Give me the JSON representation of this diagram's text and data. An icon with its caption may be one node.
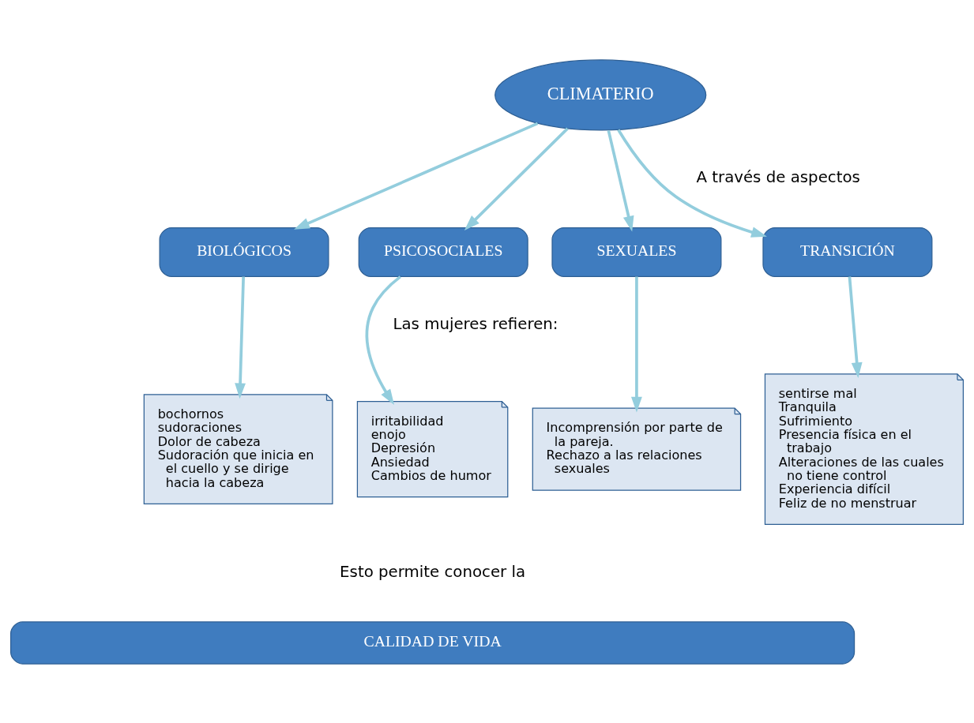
{
  "diagram": {
    "nodes": [
      {
        "text": [
          "CLIMATERIO"
        ]
      },
      {
        "text": [
          "BIOLÓGICOS"
        ]
      },
      {
        "text": [
          "PSICOSOCIALES"
        ]
      },
      {
        "text": [
          "SEXUALES"
        ]
      },
      {
        "text": [
          "TRANSICIÓN"
        ]
      },
      {
        "text": [
          "bochornos",
          "sudoraciones",
          "Dolor de cabeza",
          "Sudoración que inicia en el cuello y se dirige hacia la cabeza"
        ]
      },
      {
        "text": [
          "irritabilidad",
          "enojo",
          "Depresión",
          "Ansiedad",
          "Cambios de humor"
        ]
      },
      {
        "text": [
          "Incomprensión por parte de la pareja.",
          "Rechazo a las relaciones sexuales"
        ]
      },
      {
        "text": [
          "sentirse mal",
          "Tranquila",
          "Sufrimiento",
          "Presencia física en el trabajo",
          "Alteraciones de las cuales no tiene control",
          "Experiencia difícil",
          "Feliz de no menstruar"
        ]
      },
      {
        "text": [
          "CALIDAD DE VIDA"
        ]
      }
    ],
    "edges": [
      {
        "from": 0,
        "to": 1,
        "arrow": "to"
      },
      {
        "from": 0,
        "to": 2,
        "arrow": "to"
      },
      {
        "from": 0,
        "to": 3,
        "arrow": "to"
      },
      {
        "from": 0,
        "to": 4,
        "arrow": "to"
      },
      {
        "from": 1,
        "to": 5,
        "arrow": "to"
      },
      {
        "from": 2,
        "to": 6,
        "arrow": "to"
      },
      {
        "from": 3,
        "to": 7,
        "arrow": "to"
      },
      {
        "from": 4,
        "to": 8,
        "arrow": "to"
      }
    ],
    "labels": [
      "A través de aspectos",
      "Las mujeres refieren:",
      "Esto permite conocer la"
    ]
  }
}
